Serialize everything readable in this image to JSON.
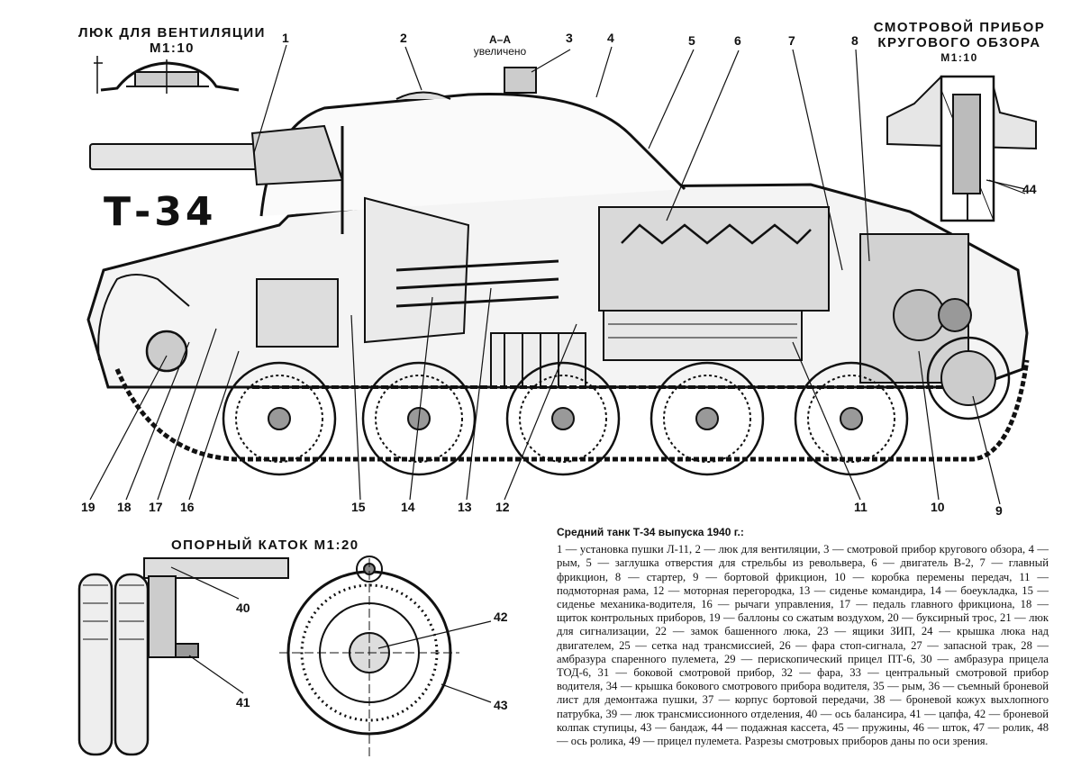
{
  "tank_title": "Т-34",
  "insets": {
    "vent_hatch": {
      "title_line1": "ЛЮК ДЛЯ ВЕНТИЛЯЦИИ",
      "title_line2": "М1:10"
    },
    "periscope": {
      "title_line1": "СМОТРОВОЙ ПРИБОР",
      "title_line2": "КРУГОВОГО ОБЗОРА",
      "title_line3": "М1:10"
    },
    "road_wheel": {
      "title": "ОПОРНЫЙ КАТОК М1:20"
    }
  },
  "section": {
    "line1": "А–А",
    "line2": "увеличено"
  },
  "callouts": {
    "c1": "1",
    "c2": "2",
    "c3": "3",
    "c4": "4",
    "c5": "5",
    "c6": "6",
    "c7": "7",
    "c8": "8",
    "c9": "9",
    "c10": "10",
    "c11": "11",
    "c12": "12",
    "c13": "13",
    "c14": "14",
    "c15": "15",
    "c16": "16",
    "c17": "17",
    "c18": "18",
    "c19": "19",
    "c40": "40",
    "c41": "41",
    "c42": "42",
    "c43": "43",
    "c44": "44"
  },
  "legend": {
    "title": "Средний танк Т-34 выпуска 1940 г.:",
    "body": "1 — установка пушки Л-11, 2 — люк для вентиляции, 3 — смотровой прибор кругового обзора, 4 — рым, 5 — заглушка отверстия для стрельбы из револьвера, 6 — двигатель В-2, 7 — главный фрикцион, 8 — стартер, 9 — бортовой фрикцион, 10 — коробка перемены передач, 11 — подмоторная рама, 12 — моторная перегородка, 13 — сиденье командира, 14 — боеукладка, 15 — сиденье механика-водителя, 16 — рычаги управления, 17 — педаль главного фрикциона, 18 — щиток контрольных приборов, 19 — баллоны со сжатым воздухом, 20 — буксирный трос, 21 — люк для сигнализации, 22 — замок башенного люка, 23 — ящики ЗИП, 24 — крышка люка над двигателем, 25 — сетка над трансмиссией, 26 — фара стоп-сигнала, 27 — запасной трак, 28 — амбразура спаренного пулемета, 29 — перископический прицел ПТ-6, 30 — амбразура прицела ТОД-6, 31 — боковой смотровой прибор, 32 — фара, 33 — центральный смотровой прибор водителя, 34 — крышка бокового смотрового прибора водителя, 35 — рым, 36 — съемный броневой лист для демонтажа пушки, 37 — корпус бортовой передачи, 38 — броневой кожух выхлопного патрубка, 39 — люк трансмиссионного отделения, 40 — ось балансира, 41 — цапфа, 42 — броневой колпак ступицы, 43 — бандаж, 44 — подажная кассета, 45 — пружины, 46 — шток, 47 — ролик, 48 — ось ролика, 49 — прицел пулемета. Разрезы смотровых приборов даны по оси зрения."
  }
}
